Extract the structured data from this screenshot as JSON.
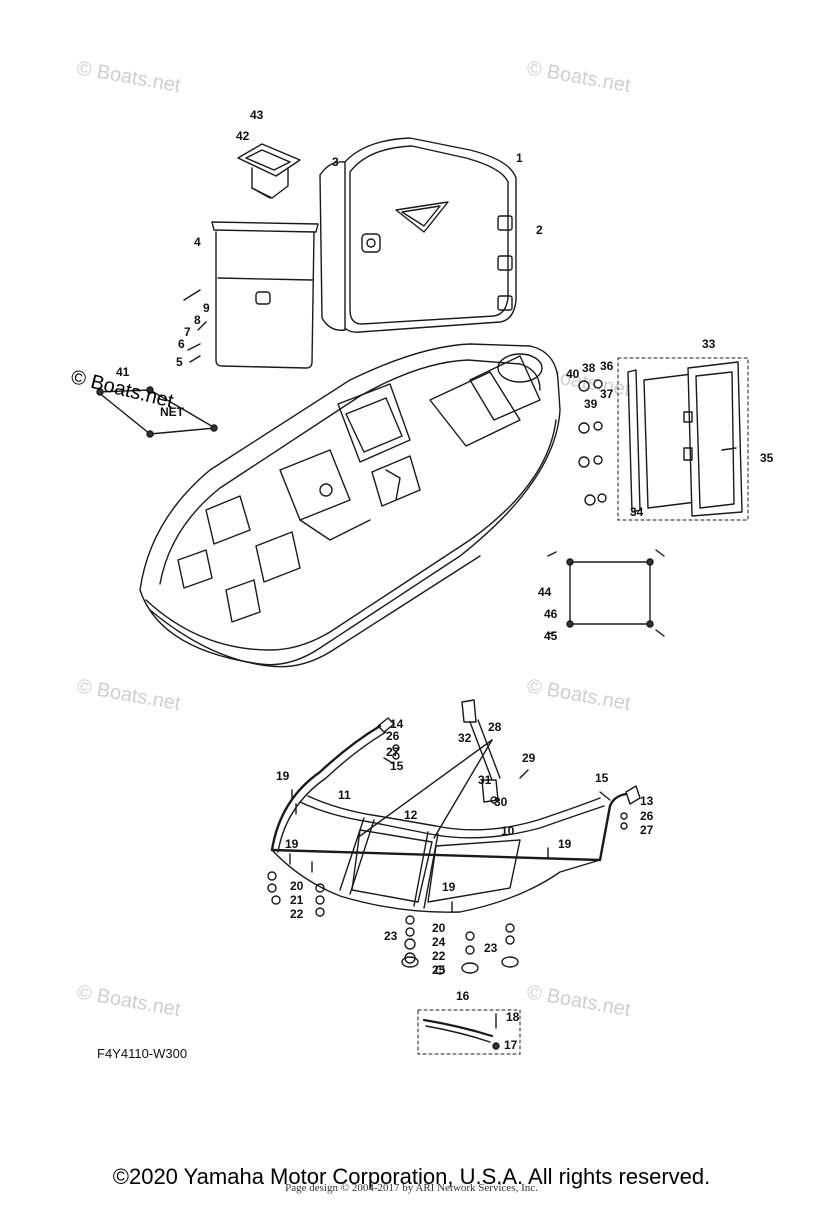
{
  "diagram": {
    "watermark_text": "© Boats.net",
    "inline_watermark": "© Boats.net",
    "net_label": "NET",
    "drawing_code": "F4Y4110-W300",
    "copyright": "©2020 Yamaha Motor Corporation, U.S.A. All rights reserved.",
    "page_design": "Page design © 2004-2017 by ARI Network Services, Inc.",
    "callouts": [
      "43",
      "42",
      "3",
      "1",
      "2",
      "4",
      "9",
      "8",
      "7",
      "6",
      "5",
      "41",
      "40",
      "38",
      "36",
      "33",
      "39",
      "37",
      "35",
      "34",
      "44",
      "46",
      "45",
      "14",
      "26",
      "27",
      "15",
      "28",
      "32",
      "29",
      "19",
      "11",
      "12",
      "31",
      "30",
      "10",
      "13",
      "20",
      "21",
      "22",
      "23",
      "24",
      "25",
      "16",
      "18",
      "17"
    ]
  }
}
